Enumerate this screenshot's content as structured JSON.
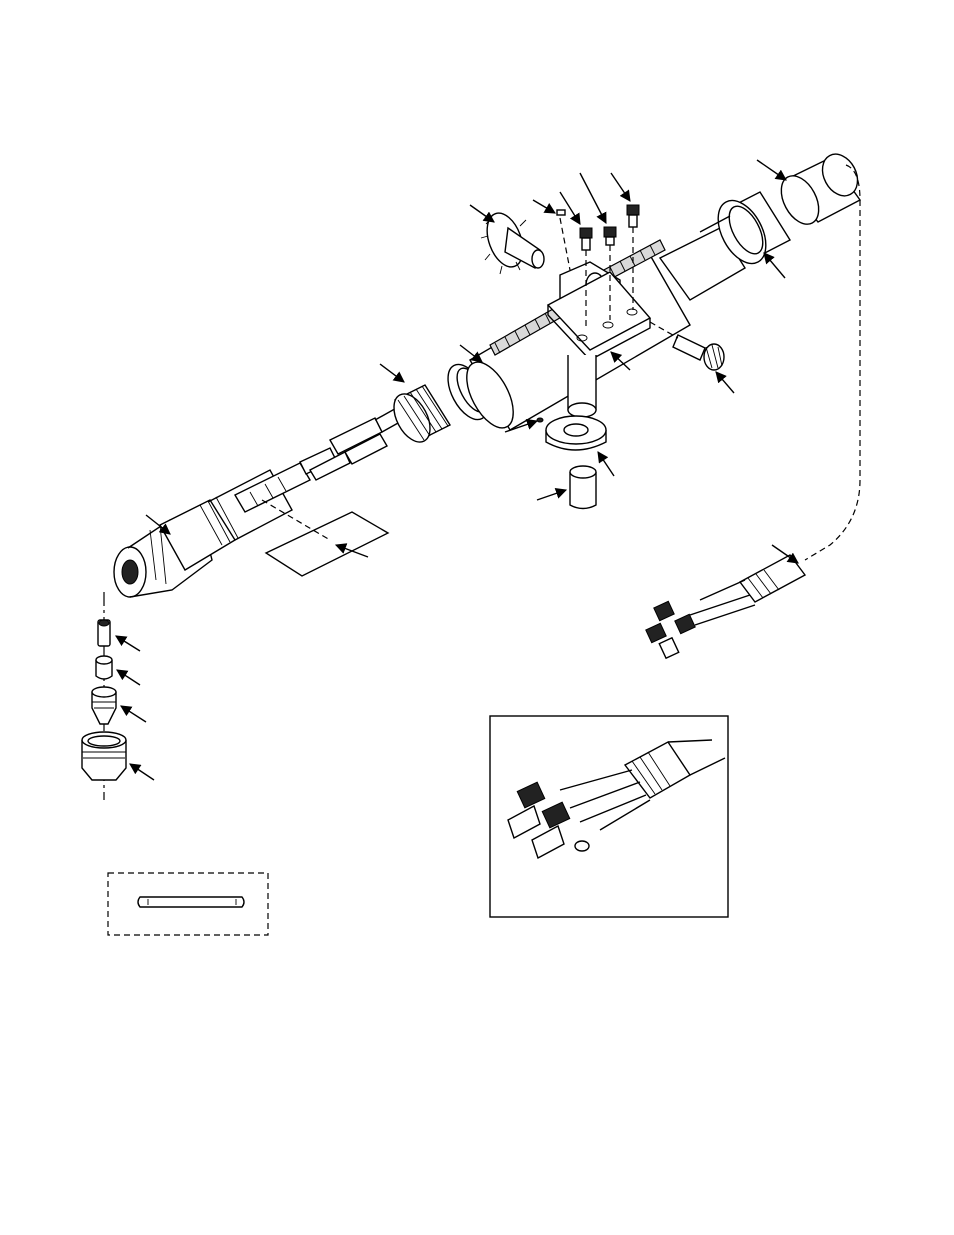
{
  "figure": {
    "description_text": "",
    "colors": {
      "ink": "#000000",
      "paper": "#ffffff",
      "shade": "#d9d9d9"
    }
  },
  "callouts": [
    "arrow-knob",
    "arrow-pin",
    "arrow-screw-1",
    "arrow-screw-2",
    "arrow-screw-3",
    "arrow-cable-clamp",
    "arrow-ring",
    "arrow-oring",
    "arrow-mount-ring",
    "arrow-plate",
    "arrow-plunger",
    "arrow-setscrew",
    "arrow-collar",
    "arrow-sleeve",
    "arrow-handle",
    "arrow-label",
    "arrow-lead",
    "arrow-electrode",
    "arrow-swirl-ring",
    "arrow-tip",
    "arrow-shield-cup"
  ]
}
